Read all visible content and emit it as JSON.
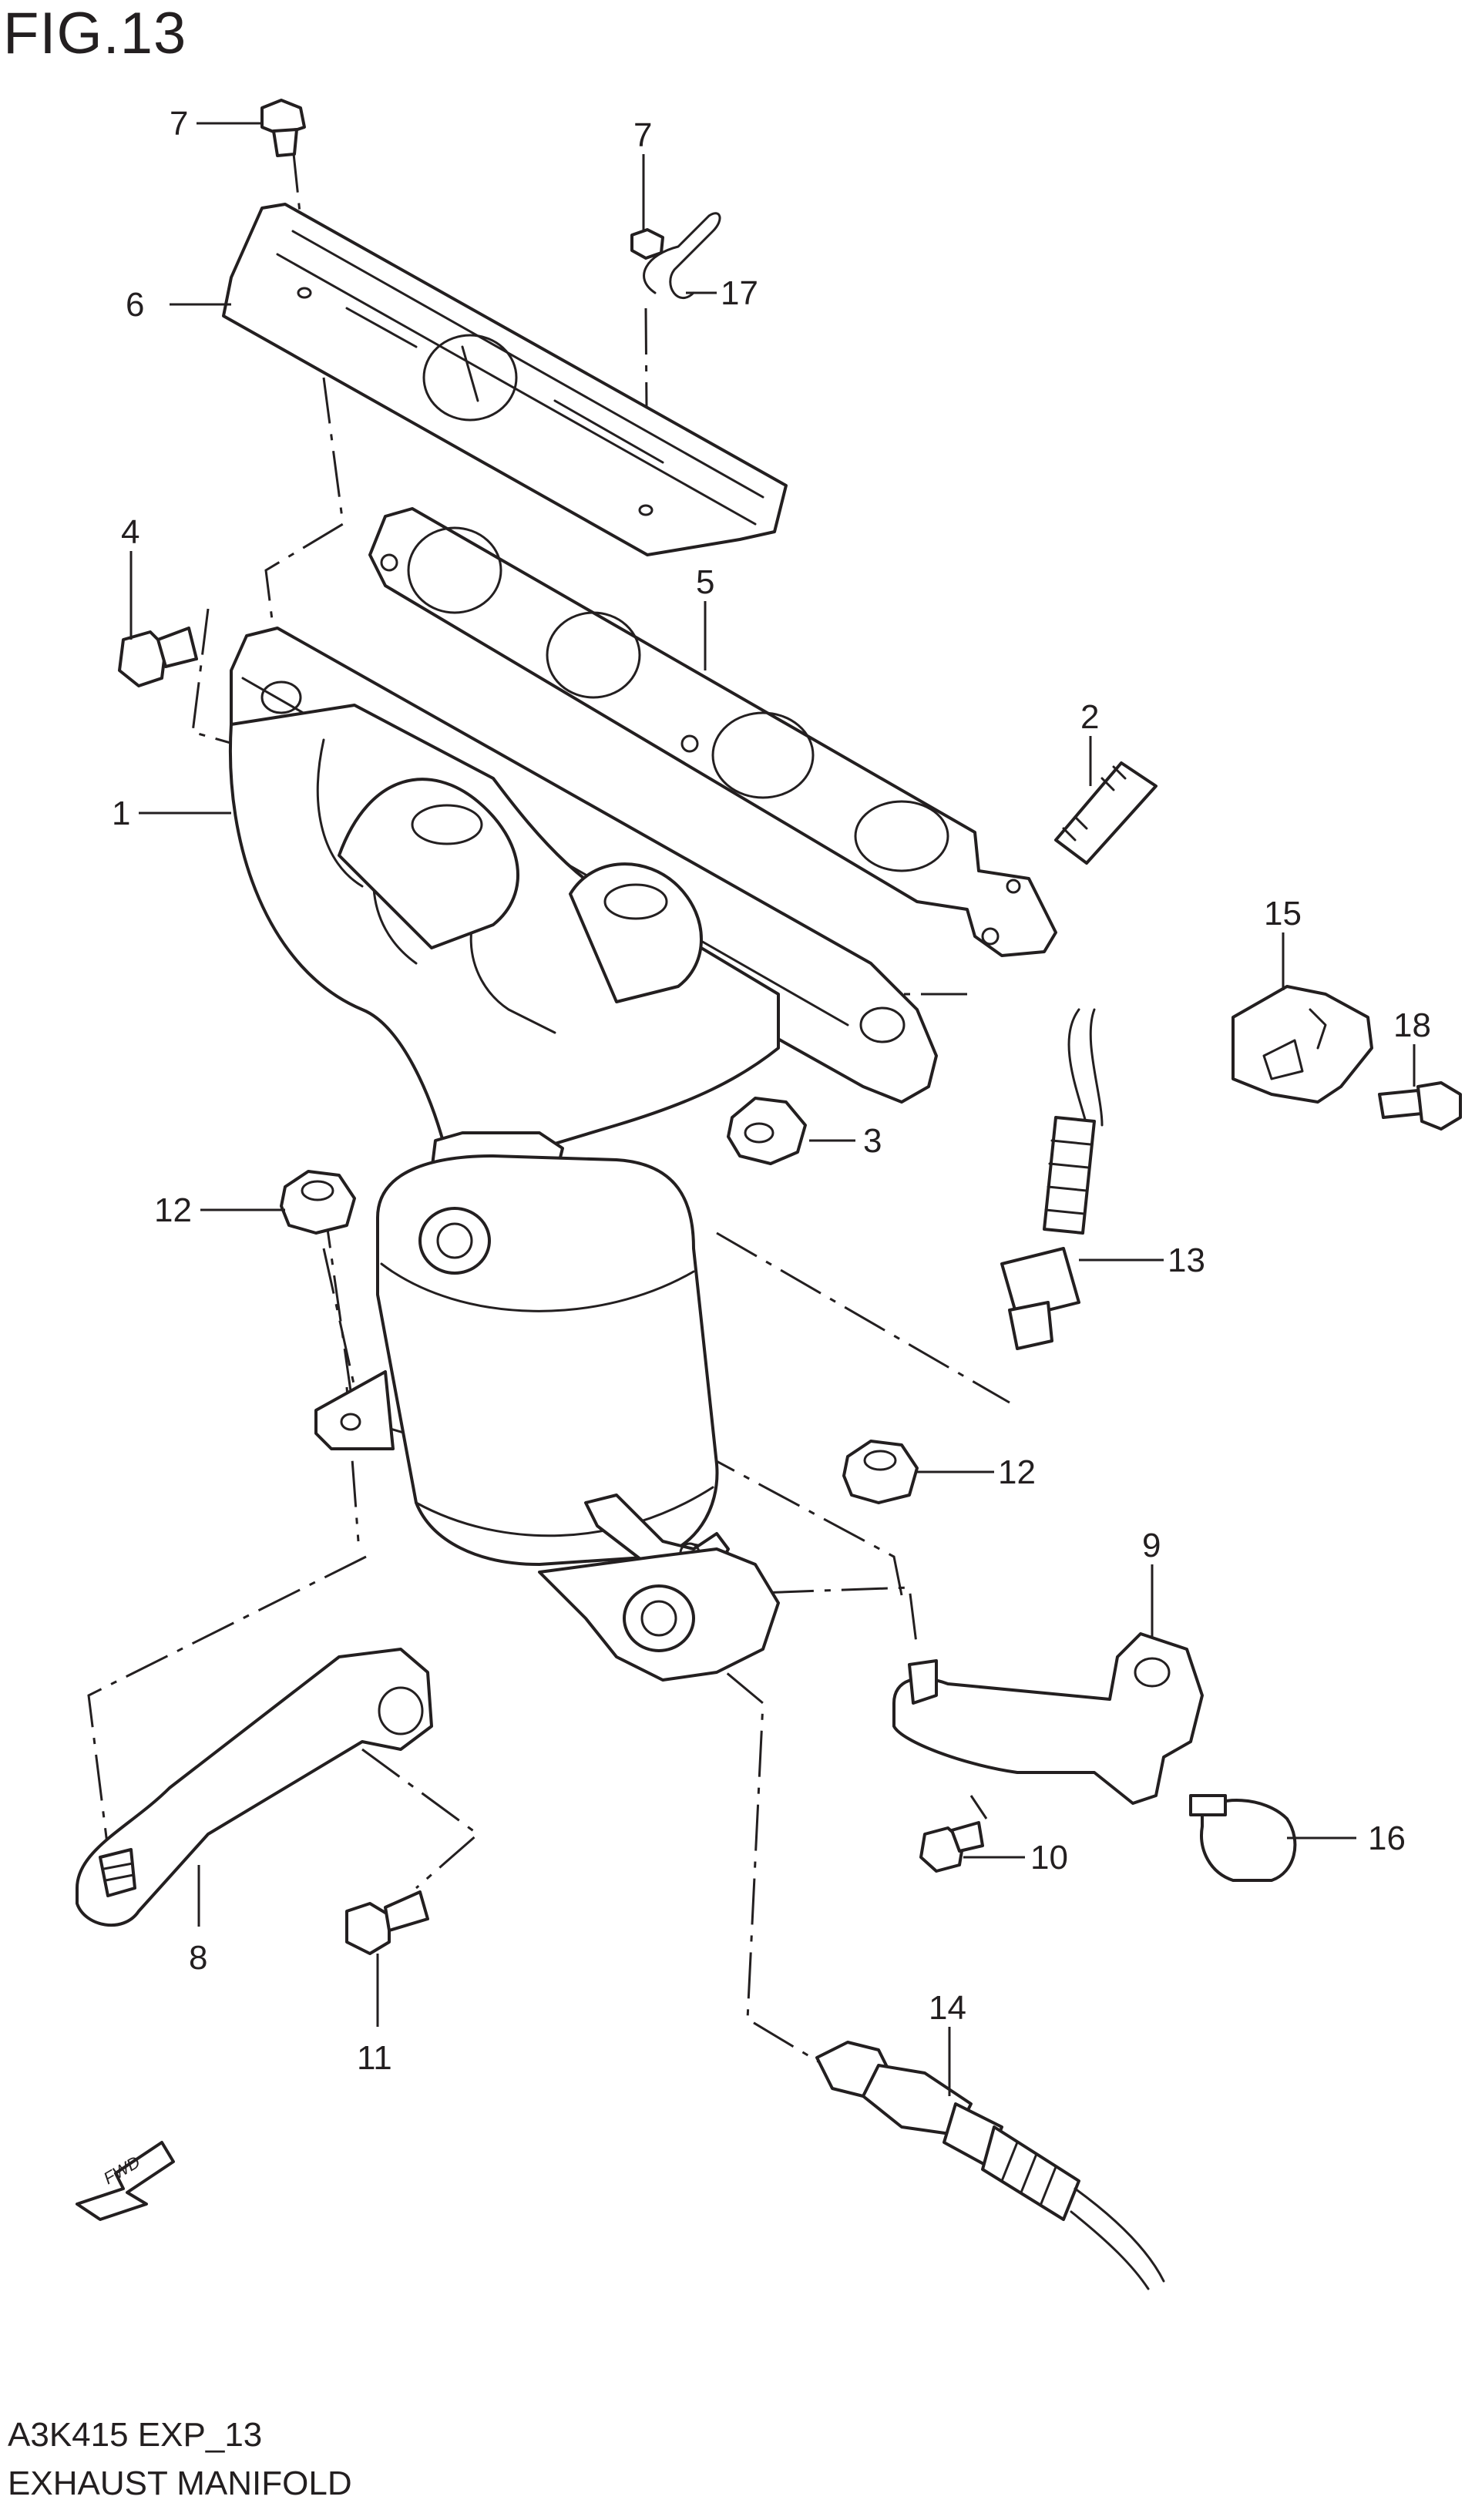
{
  "figure": {
    "title": "FIG.13",
    "code": "A3K415 EXP_13",
    "name": "EXHAUST MANIFOLD"
  },
  "callouts": {
    "c1": "1",
    "c2": "2",
    "c3": "3",
    "c4": "4",
    "c5": "5",
    "c6": "6",
    "c7a": "7",
    "c7b": "7",
    "c8": "8",
    "c9": "9",
    "c10": "10",
    "c11": "11",
    "c12a": "12",
    "c12b": "12",
    "c13": "13",
    "c14": "14",
    "c15": "15",
    "c16": "16",
    "c17": "17",
    "c18": "18"
  },
  "fwd_label": "FWD",
  "colors": {
    "line": "#231f20",
    "background": "#ffffff"
  }
}
